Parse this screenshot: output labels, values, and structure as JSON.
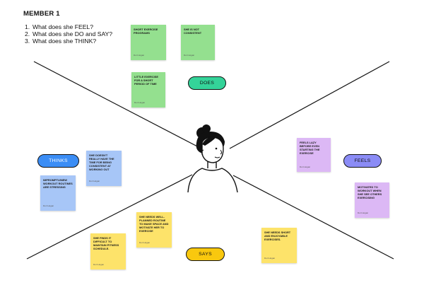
{
  "member_title": "MEMBER 1",
  "questions": [
    {
      "num": "1.",
      "text": "What does she FEEL?"
    },
    {
      "num": "2.",
      "text": "What does she DO and SAY?"
    },
    {
      "num": "3.",
      "text": "What does she THINK?"
    }
  ],
  "labels": {
    "does": "DOES",
    "thinks": "THINKS",
    "feels": "FEELS",
    "says": "SAYS"
  },
  "label_colors": {
    "does": "#34d399",
    "thinks": "#3b8df5",
    "feels": "#8b8cf6",
    "says": "#f9c80e"
  },
  "notes": {
    "does": [
      {
        "text": "SHORT EXERCISE PROGRAMS",
        "author": "Dori Hogan",
        "color": "#94e08f"
      },
      {
        "text": "SHE IS NOT CONSISTENT",
        "author": "Dori Hogan",
        "color": "#94e08f"
      },
      {
        "text": "LITTLE EXERCISE FOR A SHORT PERIOD OF TIME",
        "author": "Dori Hogan",
        "color": "#94e08f"
      }
    ],
    "thinks": [
      {
        "text": "SHE DOESN'T REALLY HAVE THE TIME FOR BEING CONSISTENT AT WORKING OUT",
        "author": "Dori Hogan",
        "color": "#a7c6f7"
      },
      {
        "text": "IMPROMPTU/NEW WORKOUT ROUTINES ARE STRESSING",
        "author": "Dori Hogan",
        "color": "#a7c6f7"
      }
    ],
    "feels": [
      {
        "text": "FEELS LAZY BEFORE EVEN STARTING THE EXERCISE",
        "author": "Dori Hogan",
        "color": "#dcb8f5"
      },
      {
        "text": "MOTIVATED TO WORKOUT WHEN SHE SEE OTHERS EXERCISING",
        "author": "Dori Hogan",
        "color": "#dcb8f5"
      }
    ],
    "says": [
      {
        "text": "SHE NEEDS WELL-PLANNED ROUTINE TO MAKE SPACE AND MOTIVATE HER TO EXERCISE",
        "author": "Dori Hogan",
        "color": "#fde36a"
      },
      {
        "text": "SHE FINDS IT DIFFICULT TO MAINTAIN FITNESS SCHEDULE.",
        "author": "Dori Hogan",
        "color": "#fde36a"
      },
      {
        "text": "SHE NEEDS SHORT AND ENJOYABLE EXERCISES.",
        "author": "Dori Hogan",
        "color": "#fde36a"
      }
    ]
  }
}
